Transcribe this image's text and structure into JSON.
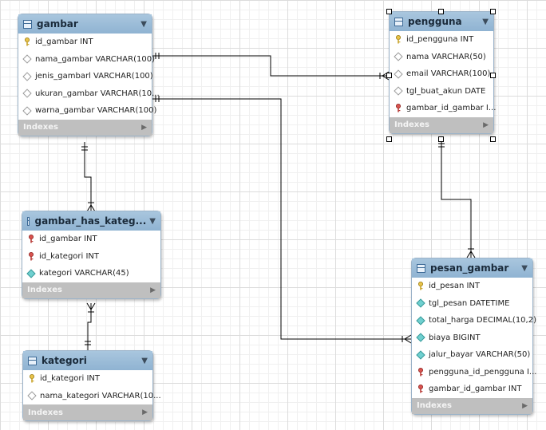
{
  "indexes_label": "Indexes",
  "tables": {
    "gambar": {
      "name": "gambar",
      "columns": [
        {
          "text": "id_gambar INT",
          "icon": "primary-key"
        },
        {
          "text": "nama_gambar VARCHAR(100)",
          "icon": "nullable-column"
        },
        {
          "text": "jenis_gambarl VARCHAR(100)",
          "icon": "nullable-column"
        },
        {
          "text": "ukuran_gambar VARCHAR(10...",
          "icon": "nullable-column"
        },
        {
          "text": "warna_gambar VARCHAR(100)",
          "icon": "nullable-column"
        }
      ]
    },
    "pengguna": {
      "name": "pengguna",
      "columns": [
        {
          "text": "id_pengguna INT",
          "icon": "primary-key"
        },
        {
          "text": "nama VARCHAR(50)",
          "icon": "nullable-column"
        },
        {
          "text": "email VARCHAR(100)",
          "icon": "nullable-column"
        },
        {
          "text": "tgl_buat_akun DATE",
          "icon": "nullable-column"
        },
        {
          "text": "gambar_id_gambar I...",
          "icon": "foreign-key"
        }
      ]
    },
    "gambar_has_kategori": {
      "name": "gambar_has_kateg...",
      "columns": [
        {
          "text": "id_gambar INT",
          "icon": "foreign-key"
        },
        {
          "text": "id_kategori INT",
          "icon": "foreign-key"
        },
        {
          "text": "kategori VARCHAR(45)",
          "icon": "not-null-column"
        }
      ]
    },
    "kategori": {
      "name": "kategori",
      "columns": [
        {
          "text": "id_kategori INT",
          "icon": "primary-key"
        },
        {
          "text": "nama_kategori VARCHAR(10...",
          "icon": "nullable-column"
        }
      ]
    },
    "pesan_gambar": {
      "name": "pesan_gambar",
      "columns": [
        {
          "text": "id_pesan INT",
          "icon": "primary-key"
        },
        {
          "text": "tgl_pesan DATETIME",
          "icon": "not-null-column"
        },
        {
          "text": "total_harga DECIMAL(10,2)",
          "icon": "not-null-column"
        },
        {
          "text": "biaya BIGINT",
          "icon": "not-null-column"
        },
        {
          "text": "jalur_bayar VARCHAR(50)",
          "icon": "not-null-column"
        },
        {
          "text": "pengguna_id_pengguna I...",
          "icon": "foreign-key"
        },
        {
          "text": "gambar_id_gambar INT",
          "icon": "foreign-key"
        }
      ]
    }
  },
  "relationships": [
    {
      "from": "gambar",
      "to": "pengguna",
      "from_card": "one",
      "to_card": "many"
    },
    {
      "from": "gambar",
      "to": "pesan_gambar",
      "from_card": "one",
      "to_card": "many"
    },
    {
      "from": "gambar",
      "to": "gambar_has_kategori",
      "from_card": "one",
      "to_card": "many"
    },
    {
      "from": "kategori",
      "to": "gambar_has_kategori",
      "from_card": "one",
      "to_card": "many"
    },
    {
      "from": "pengguna",
      "to": "pesan_gambar",
      "from_card": "one",
      "to_card": "many"
    }
  ],
  "selected_table": "pengguna"
}
